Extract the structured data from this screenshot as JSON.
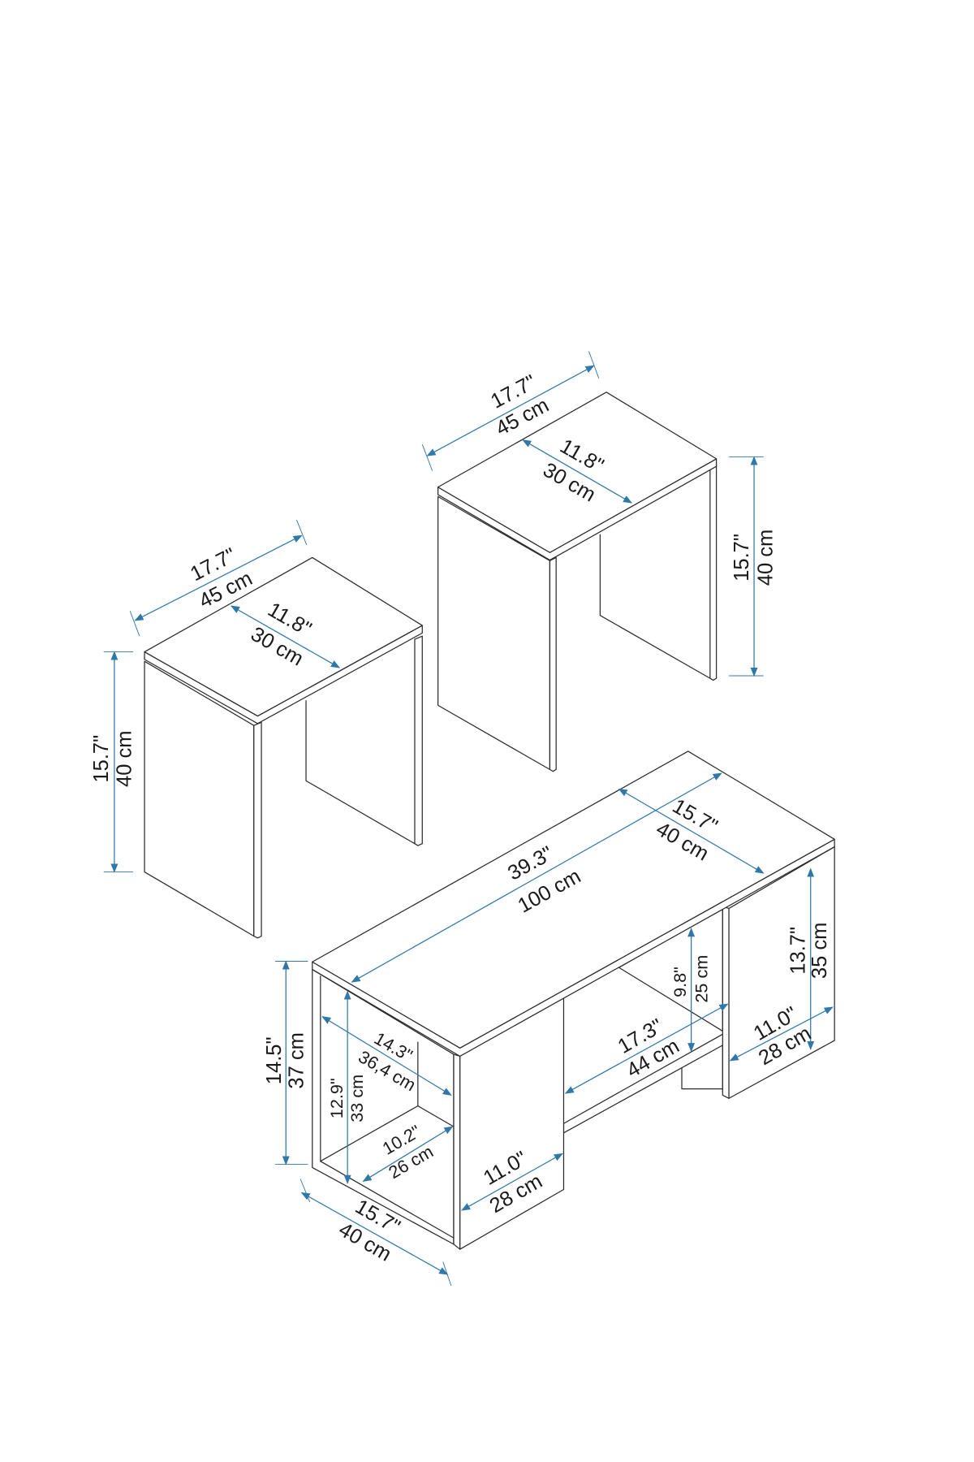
{
  "colors": {
    "dimension": "#2f78a8",
    "outline": "#2b2b2b"
  },
  "stool_left": {
    "width": {
      "inch": "17.7\"",
      "cm": "45 cm"
    },
    "depth": {
      "inch": "11.8\"",
      "cm": "30 cm"
    },
    "height": {
      "inch": "15.7\"",
      "cm": "40 cm"
    }
  },
  "stool_right": {
    "width": {
      "inch": "17.7\"",
      "cm": "45 cm"
    },
    "depth": {
      "inch": "11.8\"",
      "cm": "30 cm"
    },
    "height": {
      "inch": "15.7\"",
      "cm": "40 cm"
    }
  },
  "coffee_table": {
    "length": {
      "inch": "39.3\"",
      "cm": "100 cm"
    },
    "top_depth": {
      "inch": "15.7\"",
      "cm": "40 cm"
    },
    "height": {
      "inch": "14.5\"",
      "cm": "37 cm"
    },
    "left_inner_height": {
      "inch": "12.9\"",
      "cm": "33 cm"
    },
    "left_inner_width": {
      "inch": "14.3\"",
      "cm": "36,4 cm"
    },
    "left_inner_depth": {
      "inch": "10.2\"",
      "cm": "26 cm"
    },
    "middle_panel_depth": {
      "inch": "11.0\"",
      "cm": "28 cm"
    },
    "bottom_depth": {
      "inch": "15.7\"",
      "cm": "40 cm"
    },
    "middle_shelf_width": {
      "inch": "17.3\"",
      "cm": "44 cm"
    },
    "middle_shelf_height": {
      "inch": "9.8\"",
      "cm": "25 cm"
    },
    "right_unit_height": {
      "inch": "13.7\"",
      "cm": "35 cm"
    },
    "right_unit_depth": {
      "inch": "11.0\"",
      "cm": "28 cm"
    }
  }
}
